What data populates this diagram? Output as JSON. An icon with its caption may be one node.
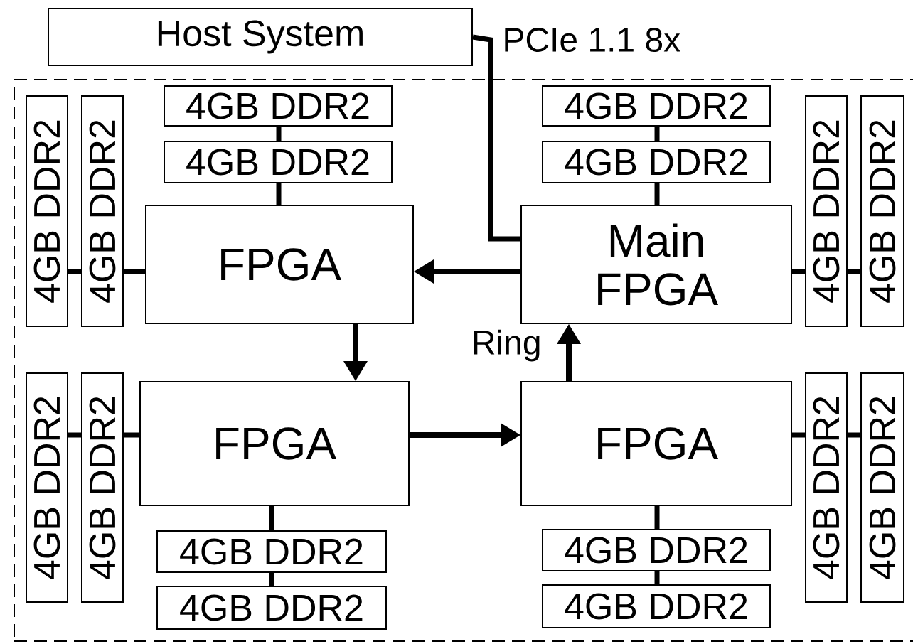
{
  "diagram": {
    "nodes": [
      {
        "text": [
          "Host System"
        ]
      },
      {
        "text": [],
        "shape": "box"
      },
      {
        "text": [
          "FPGA"
        ],
        "in": 1
      },
      {
        "text": [
          "Main FPGA"
        ],
        "in": 1
      },
      {
        "text": [
          "FPGA"
        ],
        "in": 1
      },
      {
        "text": [
          "FPGA"
        ],
        "in": 1
      },
      {
        "text": [
          "4GB DDR2"
        ],
        "in": 1
      },
      {
        "text": [
          "4GB DDR2"
        ],
        "in": 1
      },
      {
        "text": [
          "4GB DDR2"
        ],
        "in": 1
      },
      {
        "text": [
          "4GB DDR2"
        ],
        "in": 1
      },
      {
        "text": [
          "4GB DDR2"
        ],
        "in": 1
      },
      {
        "text": [
          "4GB DDR2"
        ],
        "in": 1
      },
      {
        "text": [
          "4GB DDR2"
        ],
        "in": 1
      },
      {
        "text": [
          "4GB DDR2"
        ],
        "in": 1
      },
      {
        "text": [
          "4GB DDR2"
        ],
        "in": 1
      },
      {
        "text": [
          "4GB DDR2"
        ],
        "in": 1
      },
      {
        "text": [
          "4GB DDR2"
        ],
        "in": 1
      },
      {
        "text": [
          "4GB DDR2"
        ],
        "in": 1
      },
      {
        "text": [
          "4GB DDR2"
        ],
        "in": 1
      },
      {
        "text": [
          "4GB DDR2"
        ],
        "in": 1
      },
      {
        "text": [
          "4GB DDR2"
        ],
        "in": 1
      },
      {
        "text": [
          "4GB DDR2"
        ],
        "in": 1
      }
    ],
    "edges": [
      {
        "from": 0,
        "to": 3,
        "arrow": "none",
        "label": "PCIe 1.1 8x"
      },
      {
        "from": 3,
        "to": 2,
        "arrow": "to"
      },
      {
        "from": 2,
        "to": 4,
        "arrow": "to"
      },
      {
        "from": 4,
        "to": 5,
        "arrow": "to"
      },
      {
        "from": 5,
        "to": 3,
        "arrow": "to",
        "label": "Ring"
      },
      {
        "from": 6,
        "to": 7,
        "arrow": "none"
      },
      {
        "from": 7,
        "to": 2,
        "arrow": "none"
      },
      {
        "from": 8,
        "to": 9,
        "arrow": "none"
      },
      {
        "from": 9,
        "to": 3,
        "arrow": "none"
      },
      {
        "from": 10,
        "to": 11,
        "arrow": "none"
      },
      {
        "from": 11,
        "to": 2,
        "arrow": "none"
      },
      {
        "from": 3,
        "to": 12,
        "arrow": "none"
      },
      {
        "from": 12,
        "to": 13,
        "arrow": "none"
      },
      {
        "from": 14,
        "to": 15,
        "arrow": "none"
      },
      {
        "from": 15,
        "to": 4,
        "arrow": "none"
      },
      {
        "from": 5,
        "to": 16,
        "arrow": "none"
      },
      {
        "from": 16,
        "to": 17,
        "arrow": "none"
      },
      {
        "from": 4,
        "to": 18,
        "arrow": "none"
      },
      {
        "from": 18,
        "to": 19,
        "arrow": "none"
      },
      {
        "from": 5,
        "to": 20,
        "arrow": "none"
      },
      {
        "from": 20,
        "to": 21,
        "arrow": "none"
      }
    ]
  }
}
